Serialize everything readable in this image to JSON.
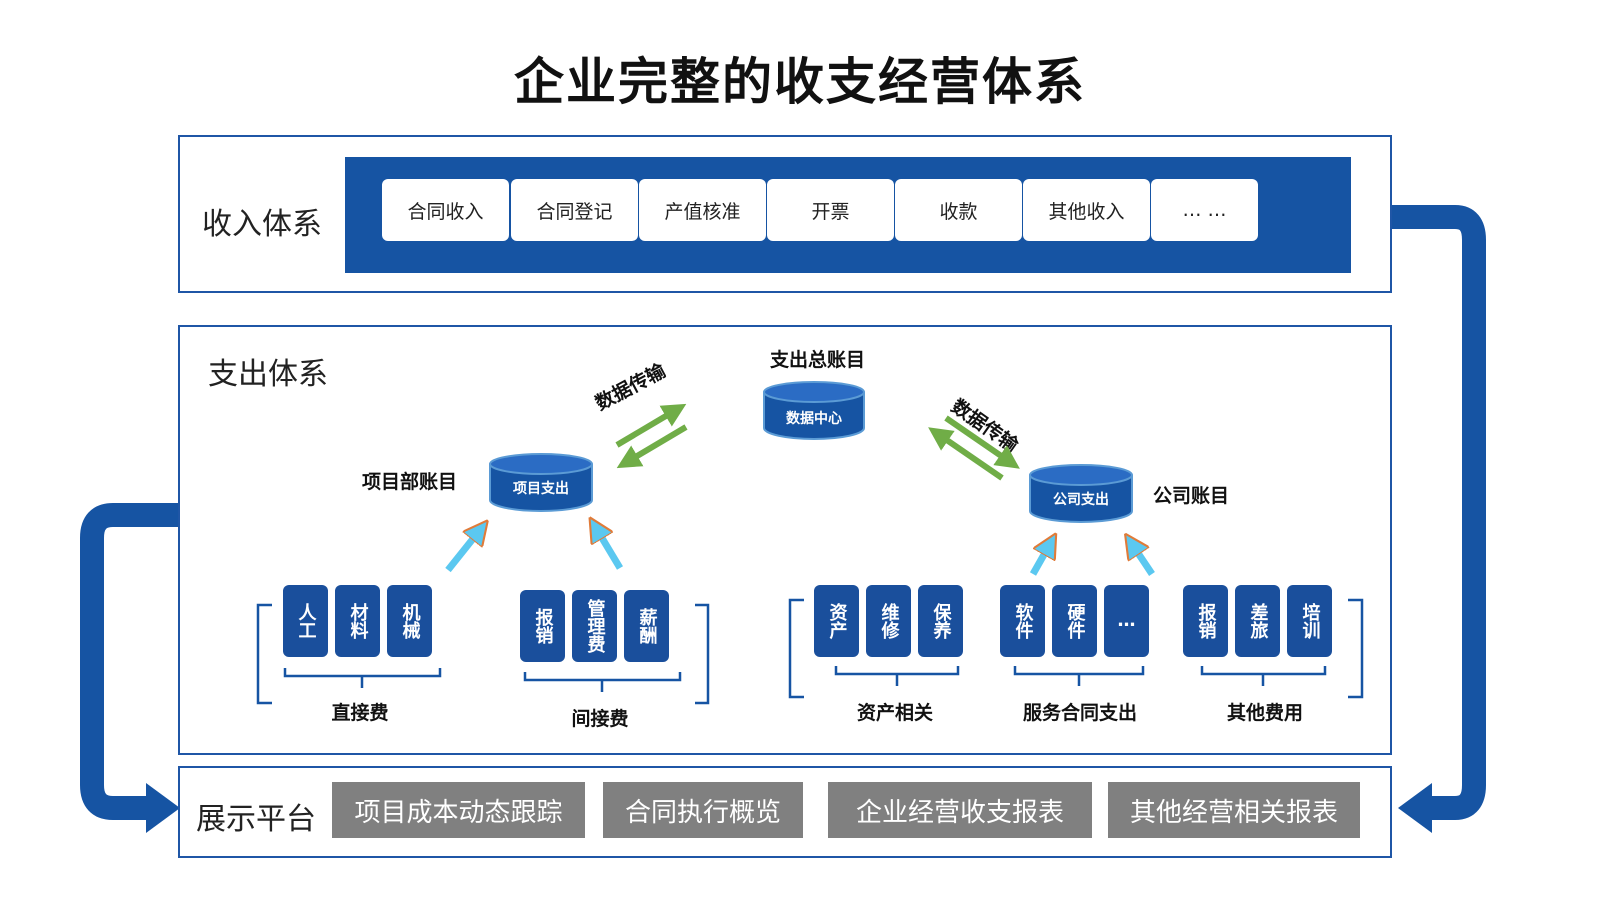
{
  "title": "企业完整的收支经营体系",
  "income": {
    "label": "收入体系",
    "items": [
      "合同收入",
      "合同登记",
      "产值核准",
      "开票",
      "收款",
      "其他收入",
      "… …"
    ]
  },
  "expense": {
    "label": "支出体系",
    "general_ledger_label": "支出总账目",
    "data_center": "数据中心",
    "project_ledger_label": "项目部账目",
    "project_db": "项目支出",
    "company_ledger_label": "公司账目",
    "company_db": "公司支出",
    "transfer_left": "数据传输",
    "transfer_right": "数据传输",
    "groups": {
      "direct": {
        "label": "直接费",
        "tiles": [
          "人工",
          "材料",
          "机械"
        ]
      },
      "indirect": {
        "label": "间接费",
        "tiles": [
          "报销",
          "管理费",
          "薪酬"
        ]
      },
      "asset": {
        "label": "资产相关",
        "tiles": [
          "资产",
          "维修",
          "保养"
        ]
      },
      "service": {
        "label": "服务合同支出",
        "tiles": [
          "软件",
          "硬件",
          "…"
        ]
      },
      "other": {
        "label": "其他费用",
        "tiles": [
          "报销",
          "差旅",
          "培训"
        ]
      }
    }
  },
  "display": {
    "label": "展示平台",
    "items": [
      "项目成本动态跟踪",
      "合同执行概览",
      "企业经营收支报表",
      "其他经营相关报表"
    ]
  },
  "colors": {
    "primary_blue": "#1654a3",
    "tile_blue": "#1a4f9c",
    "arrow_green": "#70ad47",
    "arrow_cyan": "#5bc8f0",
    "button_gray": "#808080"
  }
}
